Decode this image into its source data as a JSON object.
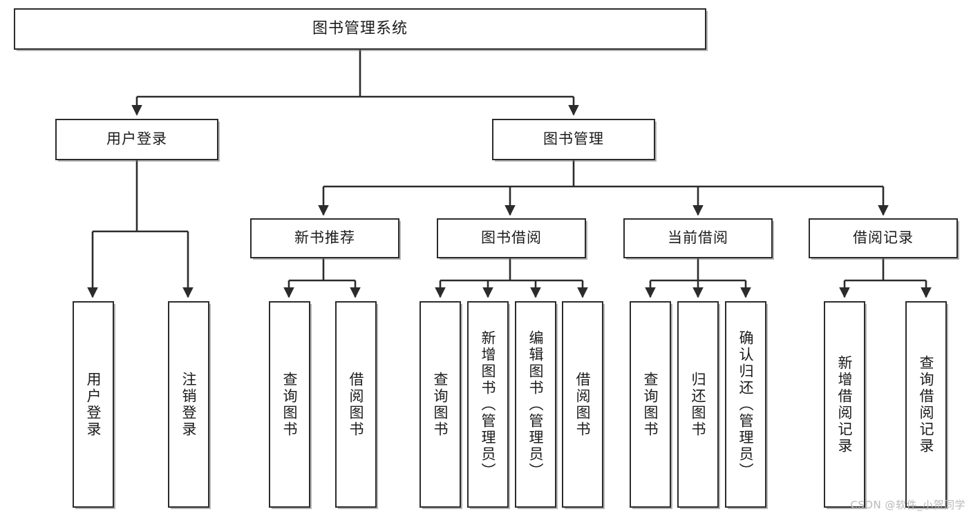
{
  "diagram": {
    "title": "图书管理系统",
    "type": "tree",
    "watermark": "CSDN @软件_小贺同学",
    "line_color": "#2b2b2b",
    "box_fill": "#ffffff",
    "box_border": "#2b2b2b",
    "text_color": "#1b1b1b",
    "watermark_color": "#b9b9b9"
  },
  "nodes": {
    "root": {
      "label": "图书管理系统"
    },
    "level2": [
      {
        "label": "用户登录"
      },
      {
        "label": "图书管理"
      }
    ],
    "level3": [
      {
        "label": "新书推荐"
      },
      {
        "label": "图书借阅"
      },
      {
        "label": "当前借阅"
      },
      {
        "label": "借阅记录"
      }
    ],
    "leaves": {
      "user_login": [
        {
          "label": "用户登录"
        },
        {
          "label": "注销登录"
        }
      ],
      "new_book_recommend": [
        {
          "label": "查询图书"
        },
        {
          "label": "借阅图书"
        }
      ],
      "book_borrow": [
        {
          "label": "查询图书"
        },
        {
          "label": "新增图书（管理员）"
        },
        {
          "label": "编辑图书（管理员）"
        },
        {
          "label": "借阅图书"
        }
      ],
      "current_borrow": [
        {
          "label": "查询图书"
        },
        {
          "label": "归还图书"
        },
        {
          "label": "确认归还（管理员）"
        }
      ],
      "borrow_record": [
        {
          "label": "新增借阅记录"
        },
        {
          "label": "查询借阅记录"
        }
      ]
    }
  }
}
